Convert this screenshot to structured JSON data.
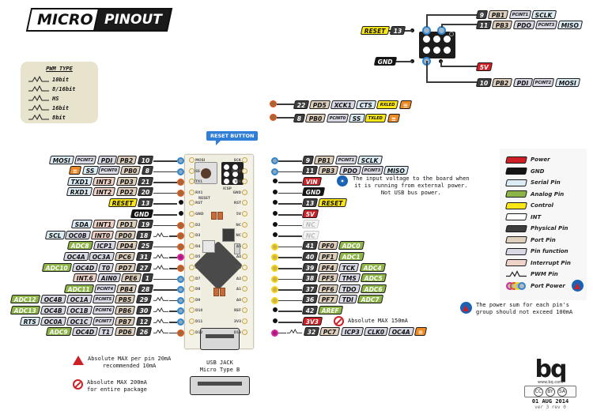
{
  "logo": {
    "part1": "MICRO",
    "part2": "PINOUT"
  },
  "pwm_legend": {
    "title": "PWM TYPE",
    "items": [
      "10bit",
      "8/16bit",
      "HS",
      "16bit",
      "8bit"
    ]
  },
  "icsp_top": {
    "label": "ICSP",
    "left_labels": [
      {
        "badges": [
          {
            "t": "RESET",
            "c": "control"
          },
          {
            "t": "13",
            "c": "phys"
          }
        ]
      },
      {
        "badges": [
          {
            "t": "GND",
            "c": "gnd"
          }
        ]
      }
    ],
    "right_labels": [
      {
        "badges": [
          {
            "t": "9",
            "c": "phys"
          },
          {
            "t": "PB1",
            "c": "port"
          },
          {
            "t": "PCINT1",
            "c": "func",
            "tiny": true
          },
          {
            "t": "SCLK",
            "c": "serial"
          }
        ]
      },
      {
        "badges": [
          {
            "t": "11",
            "c": "phys"
          },
          {
            "t": "PB3",
            "c": "port"
          },
          {
            "t": "PDO",
            "c": "func"
          },
          {
            "t": "PCINT3",
            "c": "func",
            "tiny": true
          },
          {
            "t": "MISO",
            "c": "serial"
          }
        ]
      },
      {
        "badges": [
          {
            "t": "5V",
            "c": "power"
          }
        ]
      },
      {
        "badges": [
          {
            "t": "10",
            "c": "phys"
          },
          {
            "t": "PB2",
            "c": "port"
          },
          {
            "t": "PDI",
            "c": "func"
          },
          {
            "t": "PCINT2",
            "c": "func",
            "tiny": true
          },
          {
            "t": "MOSI",
            "c": "serial"
          }
        ]
      }
    ]
  },
  "led_rows": [
    {
      "pad": "org",
      "badges": [
        {
          "t": "22",
          "c": "phys"
        },
        {
          "t": "PD5",
          "c": "port"
        },
        {
          "t": "XCK1",
          "c": "func"
        },
        {
          "t": "CTS",
          "c": "serial"
        },
        {
          "t": "RXLED",
          "c": "led"
        },
        {
          "t": "≡",
          "c": "serial-ic"
        }
      ]
    },
    {
      "pad": "org",
      "badges": [
        {
          "t": "8",
          "c": "phys"
        },
        {
          "t": "PB0",
          "c": "port"
        },
        {
          "t": "PCINT0",
          "c": "func",
          "tiny": true
        },
        {
          "t": "SS",
          "c": "serial"
        },
        {
          "t": "TXLED",
          "c": "led"
        },
        {
          "t": "≡",
          "c": "serial-ic"
        }
      ]
    }
  ],
  "reset_callout": "RESET BUTTON",
  "left_pins": [
    {
      "pad": "blue",
      "pwm": false,
      "silk": "MOSI",
      "badges": [
        {
          "t": "MOSI",
          "c": "serial"
        },
        {
          "t": "PCINT2",
          "c": "func",
          "tiny": true
        },
        {
          "t": "PDI",
          "c": "func"
        },
        {
          "t": "PB2",
          "c": "port"
        },
        {
          "t": "10",
          "c": "phys"
        }
      ]
    },
    {
      "pad": "blue",
      "pwm": false,
      "silk": "SS",
      "badges": [
        {
          "t": "≡",
          "c": "serial-ic"
        },
        {
          "t": "SS",
          "c": "serial"
        },
        {
          "t": "PCINT0",
          "c": "func",
          "tiny": true
        },
        {
          "t": "PB0",
          "c": "port"
        },
        {
          "t": "8",
          "c": "phys"
        }
      ]
    },
    {
      "pad": "org",
      "pwm": false,
      "silk": "TX1",
      "badges": [
        {
          "t": "TXD1",
          "c": "serial"
        },
        {
          "t": "INT3",
          "c": "irq"
        },
        {
          "t": "PD3",
          "c": "port"
        },
        {
          "t": "21",
          "c": "phys"
        }
      ]
    },
    {
      "pad": "org",
      "pwm": false,
      "silk": "RX1",
      "badges": [
        {
          "t": "RXD1",
          "c": "serial"
        },
        {
          "t": "INT2",
          "c": "irq"
        },
        {
          "t": "PD2",
          "c": "port"
        },
        {
          "t": "20",
          "c": "phys"
        }
      ]
    },
    {
      "pad": "blk",
      "pwm": false,
      "silk": "RST",
      "badges": [
        {
          "t": "RESET",
          "c": "control"
        },
        {
          "t": "13",
          "c": "phys"
        }
      ]
    },
    {
      "pad": "blk",
      "pwm": false,
      "silk": "GND",
      "badges": [
        {
          "t": "GND",
          "c": "gnd"
        }
      ]
    },
    {
      "pad": "org",
      "pwm": false,
      "silk": "D2",
      "badges": [
        {
          "t": "SDA",
          "c": "serial"
        },
        {
          "t": "INT1",
          "c": "irq"
        },
        {
          "t": "PD1",
          "c": "port"
        },
        {
          "t": "19",
          "c": "phys"
        }
      ]
    },
    {
      "pad": "org",
      "pwm": true,
      "silk": "D3",
      "badges": [
        {
          "t": "SCL",
          "c": "serial"
        },
        {
          "t": "OC0B",
          "c": "func"
        },
        {
          "t": "INT0",
          "c": "irq"
        },
        {
          "t": "PD0",
          "c": "port"
        },
        {
          "t": "18",
          "c": "phys"
        }
      ]
    },
    {
      "pad": "org",
      "pwm": false,
      "silk": "D4",
      "badges": [
        {
          "t": "ADC8",
          "c": "analog"
        },
        {
          "t": "ICP1",
          "c": "func"
        },
        {
          "t": "PD4",
          "c": "port"
        },
        {
          "t": "25",
          "c": "phys"
        }
      ]
    },
    {
      "pad": "mag",
      "pwm": true,
      "silk": "D5",
      "badges": [
        {
          "t": "OC4A",
          "c": "func"
        },
        {
          "t": "OC3A",
          "c": "func"
        },
        {
          "t": "PC6",
          "c": "port"
        },
        {
          "t": "31",
          "c": "phys"
        }
      ]
    },
    {
      "pad": "org",
      "pwm": true,
      "silk": "D6",
      "badges": [
        {
          "t": "ADC10",
          "c": "analog"
        },
        {
          "t": "OC4D",
          "c": "func"
        },
        {
          "t": "T0",
          "c": "func"
        },
        {
          "t": "PD7",
          "c": "port"
        },
        {
          "t": "27",
          "c": "phys"
        }
      ]
    },
    {
      "pad": "blue",
      "pwm": false,
      "silk": "D7",
      "badges": [
        {
          "t": "INT.6",
          "c": "irq"
        },
        {
          "t": "AIN0",
          "c": "func"
        },
        {
          "t": "PE6",
          "c": "port"
        },
        {
          "t": "1",
          "c": "phys"
        }
      ]
    },
    {
      "pad": "blue",
      "pwm": false,
      "silk": "D8",
      "badges": [
        {
          "t": "ADC11",
          "c": "analog"
        },
        {
          "t": "PCINT4",
          "c": "func",
          "tiny": true
        },
        {
          "t": "PB4",
          "c": "port"
        },
        {
          "t": "28",
          "c": "phys"
        }
      ]
    },
    {
      "pad": "blue",
      "pwm": true,
      "silk": "D9",
      "badges": [
        {
          "t": "ADC12",
          "c": "analog"
        },
        {
          "t": "OC4B",
          "c": "func"
        },
        {
          "t": "OC1A",
          "c": "func"
        },
        {
          "t": "PCINT5",
          "c": "func",
          "tiny": true
        },
        {
          "t": "PB5",
          "c": "port"
        },
        {
          "t": "29",
          "c": "phys"
        }
      ]
    },
    {
      "pad": "blue",
      "pwm": true,
      "silk": "D10",
      "badges": [
        {
          "t": "ADC13",
          "c": "analog"
        },
        {
          "t": "OC4B",
          "c": "func"
        },
        {
          "t": "OC1B",
          "c": "func"
        },
        {
          "t": "PCINT6",
          "c": "func",
          "tiny": true
        },
        {
          "t": "PB6",
          "c": "port"
        },
        {
          "t": "30",
          "c": "phys"
        }
      ]
    },
    {
      "pad": "blue",
      "pwm": true,
      "silk": "D11",
      "badges": [
        {
          "t": "RTS",
          "c": "serial"
        },
        {
          "t": "OC0A",
          "c": "func"
        },
        {
          "t": "OC1C",
          "c": "func"
        },
        {
          "t": "PCINT7",
          "c": "func",
          "tiny": true
        },
        {
          "t": "PB7",
          "c": "port"
        },
        {
          "t": "12",
          "c": "phys"
        }
      ]
    },
    {
      "pad": "org",
      "pwm": true,
      "silk": "D12",
      "badges": [
        {
          "t": "ADC9",
          "c": "analog"
        },
        {
          "t": "OC4D",
          "c": "func"
        },
        {
          "t": "T1",
          "c": "func"
        },
        {
          "t": "PD6",
          "c": "port"
        },
        {
          "t": "26",
          "c": "phys"
        }
      ]
    }
  ],
  "right_pins": [
    {
      "pad": "blue",
      "pwm": false,
      "silk": "SCK",
      "badges": [
        {
          "t": "9",
          "c": "phys"
        },
        {
          "t": "PB1",
          "c": "port"
        },
        {
          "t": "PCINT1",
          "c": "func",
          "tiny": true
        },
        {
          "t": "SCLK",
          "c": "serial"
        }
      ]
    },
    {
      "pad": "blue",
      "pwm": false,
      "silk": "MISO",
      "badges": [
        {
          "t": "11",
          "c": "phys"
        },
        {
          "t": "PB3",
          "c": "port"
        },
        {
          "t": "PDO",
          "c": "func"
        },
        {
          "t": "PCINT3",
          "c": "func",
          "tiny": true
        },
        {
          "t": "MISO",
          "c": "serial"
        }
      ]
    },
    {
      "pad": "blk",
      "pwm": false,
      "silk": "VIN",
      "badges": [
        {
          "t": "VIN",
          "c": "power"
        }
      ]
    },
    {
      "pad": "blk",
      "pwm": false,
      "silk": "GND",
      "badges": [
        {
          "t": "GND",
          "c": "gnd"
        }
      ]
    },
    {
      "pad": "blk",
      "pwm": false,
      "silk": "RST",
      "badges": [
        {
          "t": "13",
          "c": "phys"
        },
        {
          "t": "RESET",
          "c": "control"
        }
      ]
    },
    {
      "pad": "blk",
      "pwm": false,
      "silk": "5V",
      "badges": [
        {
          "t": "5V",
          "c": "power"
        }
      ]
    },
    {
      "pad": "blk",
      "pwm": false,
      "silk": "NC",
      "badges": [
        {
          "t": "NC",
          "c": "nc"
        }
      ]
    },
    {
      "pad": "blk",
      "pwm": false,
      "silk": "NC",
      "badges": [
        {
          "t": "NC",
          "c": "nc"
        }
      ]
    },
    {
      "pad": "yel",
      "pwm": false,
      "silk": "A5",
      "badges": [
        {
          "t": "41",
          "c": "phys"
        },
        {
          "t": "PF0",
          "c": "port"
        },
        {
          "t": "ADC0",
          "c": "analog"
        }
      ]
    },
    {
      "pad": "yel",
      "pwm": false,
      "silk": "A4",
      "badges": [
        {
          "t": "40",
          "c": "phys"
        },
        {
          "t": "PF1",
          "c": "port"
        },
        {
          "t": "ADC1",
          "c": "analog"
        }
      ]
    },
    {
      "pad": "yel",
      "pwm": false,
      "silk": "A3",
      "badges": [
        {
          "t": "39",
          "c": "phys"
        },
        {
          "t": "PF4",
          "c": "port"
        },
        {
          "t": "TCK",
          "c": "func"
        },
        {
          "t": "ADC4",
          "c": "analog"
        }
      ]
    },
    {
      "pad": "yel",
      "pwm": false,
      "silk": "A2",
      "badges": [
        {
          "t": "38",
          "c": "phys"
        },
        {
          "t": "PF5",
          "c": "port"
        },
        {
          "t": "TMS",
          "c": "func"
        },
        {
          "t": "ADC5",
          "c": "analog"
        }
      ]
    },
    {
      "pad": "yel",
      "pwm": false,
      "silk": "A1",
      "badges": [
        {
          "t": "37",
          "c": "phys"
        },
        {
          "t": "PF6",
          "c": "port"
        },
        {
          "t": "TDO",
          "c": "func"
        },
        {
          "t": "ADC6",
          "c": "analog"
        }
      ]
    },
    {
      "pad": "yel",
      "pwm": false,
      "silk": "A0",
      "badges": [
        {
          "t": "36",
          "c": "phys"
        },
        {
          "t": "PF7",
          "c": "port"
        },
        {
          "t": "TDI",
          "c": "func"
        },
        {
          "t": "ADC7",
          "c": "analog"
        }
      ]
    },
    {
      "pad": "blk",
      "pwm": false,
      "silk": "REF",
      "badges": [
        {
          "t": "42",
          "c": "phys"
        },
        {
          "t": "AREF",
          "c": "analog"
        }
      ]
    },
    {
      "pad": "blk",
      "pwm": false,
      "silk": "3V3",
      "badges": [
        {
          "t": "3V3",
          "c": "power"
        }
      ]
    },
    {
      "pad": "mag",
      "pwm": true,
      "silk": "D13",
      "badges": [
        {
          "t": "32",
          "c": "phys"
        },
        {
          "t": "PC7",
          "c": "port"
        },
        {
          "t": "ICP3",
          "c": "func"
        },
        {
          "t": "CLK0",
          "c": "func"
        },
        {
          "t": "OC4A",
          "c": "func"
        },
        {
          "t": "≡",
          "c": "serial-ic"
        }
      ]
    }
  ],
  "vin_note": "The input voltage to the board when\nit is running from external power.\nNot USB bus power.",
  "v3v3_note": "Absolute MAX 150mA",
  "legend": {
    "items": [
      {
        "label": "Power",
        "color": "#cc2026"
      },
      {
        "label": "GND",
        "color": "#141414"
      },
      {
        "label": "Serial Pin",
        "color": "#dcecf4"
      },
      {
        "label": "Analog Pin",
        "color": "#8cb446"
      },
      {
        "label": "Control",
        "color": "#fbe715"
      },
      {
        "label": "INT",
        "color": "#ffffff"
      },
      {
        "label": "Physical Pin",
        "color": "#3e3e3e"
      },
      {
        "label": "Port Pin",
        "color": "#ded0bd"
      },
      {
        "label": "Pin function",
        "color": "#d9d9e6"
      },
      {
        "label": "Interrupt Pin",
        "color": "#f0d3c8"
      },
      {
        "label": "PWM Pin",
        "color": "wave"
      },
      {
        "label": "Port Power",
        "color": "ports"
      }
    ]
  },
  "power_note": "The power sum for each pin's\ngroup should not exceed 100mA",
  "warnings": {
    "per_pin": "Absolute MAX per pin 20mA\nrecommended 10mA",
    "package": "Absolute MAX 200mA\nfor entire package"
  },
  "usb_caption": "USB JACK\nMicro Type B",
  "bq": {
    "mark": "bq",
    "url": "www.bq.com",
    "cc": [
      "CC",
      "BY",
      "SA"
    ],
    "date": "01 AUG 2014",
    "version": "ver 3 rev 0"
  }
}
